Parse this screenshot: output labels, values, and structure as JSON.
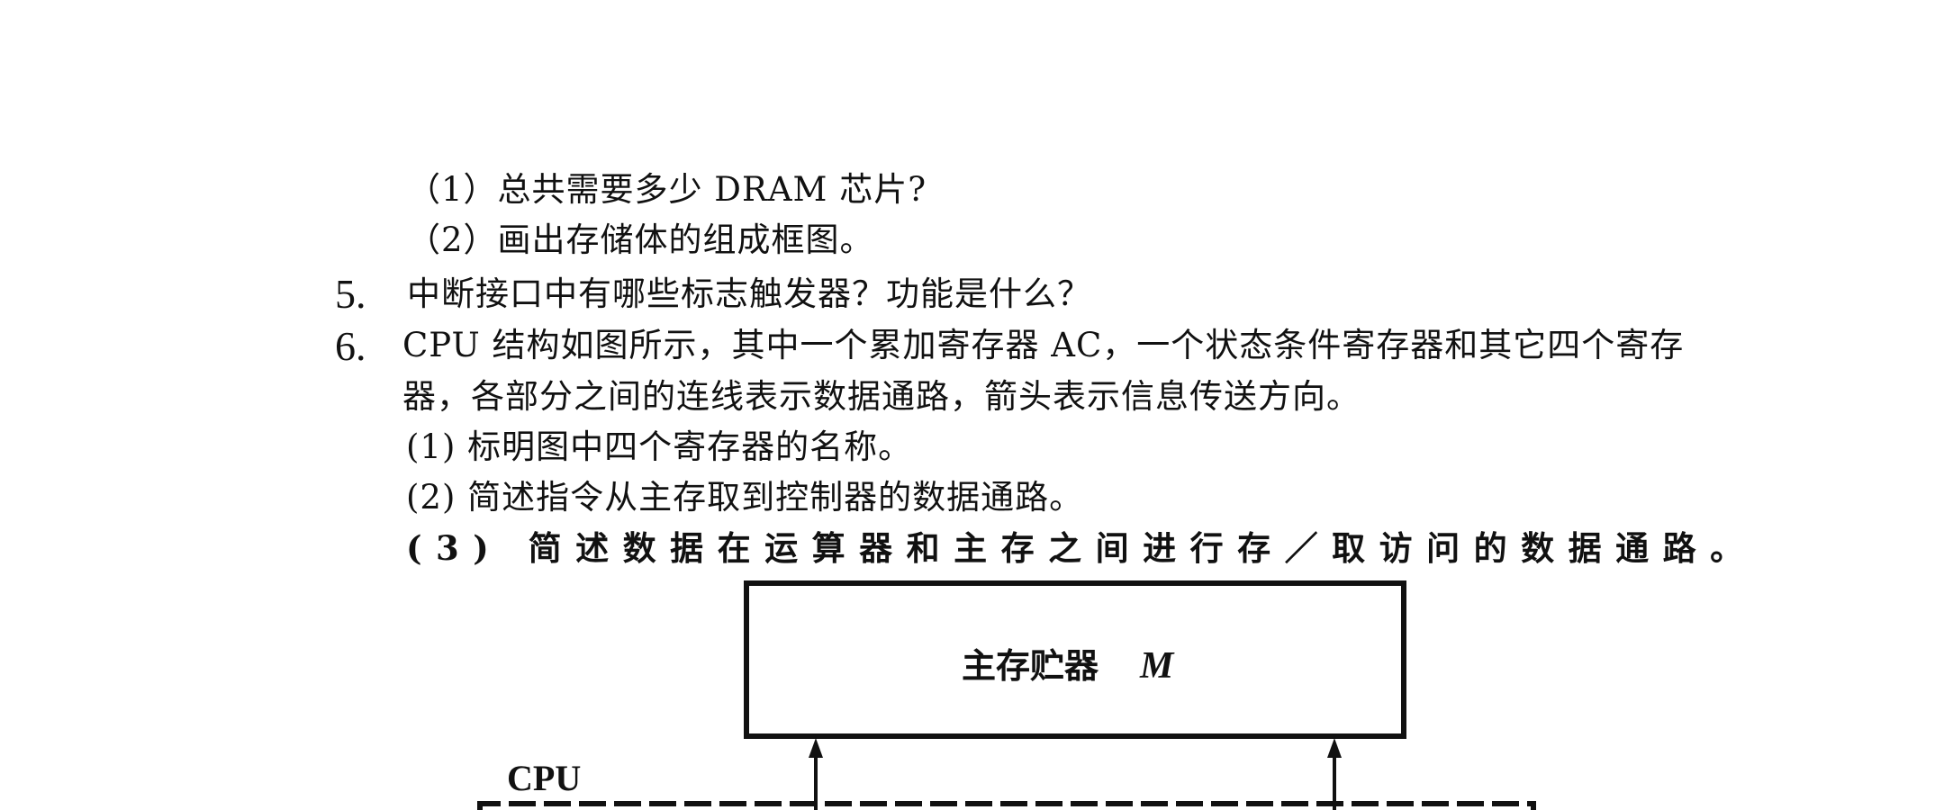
{
  "questions": {
    "q4_sub1": "（1）总共需要多少 DRAM 芯片?",
    "q4_sub2": "（2）画出存储体的组成框图。",
    "q5_number": "5.",
    "q5_text": "中断接口中有哪些标志触发器？功能是什么？",
    "q6_number": "6.",
    "q6_line1": "CPU 结构如图所示，其中一个累加寄存器 AC，一个状态条件寄存器和其它四个寄存",
    "q6_line2": "器，各部分之间的连线表示数据通路，箭头表示信息传送方向。",
    "q6_sub1": "(1) 标明图中四个寄存器的名称。",
    "q6_sub2": "(2) 简述指令从主存取到控制器的数据通路。",
    "q6_sub3": "(3) 简述数据在运算器和主存之间进行存／取访问的数据通路。"
  },
  "figure": {
    "memory_label": "主存贮器",
    "memory_symbol": "M",
    "cpu_label": "CPU"
  }
}
